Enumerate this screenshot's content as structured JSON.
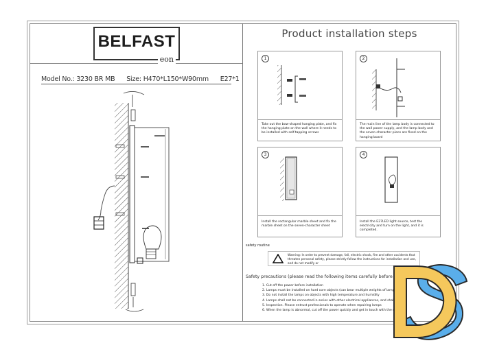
{
  "brand": {
    "name": "BELFAST",
    "sub": "eon"
  },
  "spec": {
    "model": "Model No.: 3230 BR MB",
    "size": "Size: H470*L150*W90mm",
    "bulb": "E27*1"
  },
  "right_panel": {
    "title": "Product installation steps",
    "steps": [
      {
        "number": "1",
        "caption": "Take out the bow-shaped hanging plate, and fix the hanging plate on the wall where it needs to be installed with self-tapping screws"
      },
      {
        "number": "2",
        "caption": "The main line of the lamp body is connected to the wall power supply, and the lamp body and the seven-character piece are fixed on the hanging board"
      },
      {
        "number": "3",
        "caption": "Install the rectangular marble sheet and fix the marble sheet on the seven-character sheet"
      },
      {
        "number": "4",
        "caption": "Install the E27LED light source, test the electricity and turn on the light, and it is completed."
      }
    ],
    "safety_routine_label": "safety routine",
    "warning": "Warning: In order to prevent damage, fall, electric shock, fire and other accidents that threaten personal safety, please strictly follow the instructions for installation and use, and do not modify or",
    "precautions_title": "Safety precautions (please read the following items carefully before installation)",
    "precautions": [
      "1. Cut off the power before installation",
      "2. Lamps must be installed on hard core objects (can bear multiple weights of lamp",
      "3. Do not install the lamps on objects with high temperature and humidity",
      "4. Lamps shall not be connected in series with other electrical appliances, and shall",
      "5. Inspection. Please entrust professionals to operate when repairing lamps",
      "6. When the lamp is abnormal, cut off the power quickly and get in touch with the m"
    ]
  },
  "watermark": {
    "text": "DS",
    "colors": {
      "d": "#F5C85C",
      "s": "#5AAEEA",
      "outline": "#2a2a2a"
    }
  }
}
